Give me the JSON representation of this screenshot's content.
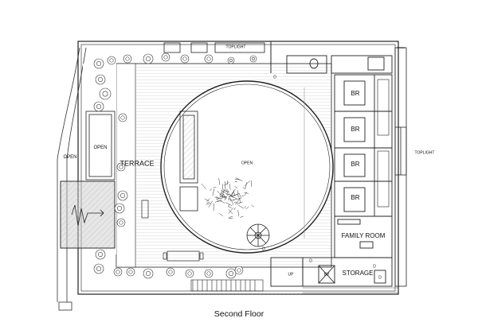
{
  "plan": {
    "caption": "Second Floor",
    "rooms": {
      "toplight_top": "TOPLIGHT",
      "toplight_right": "TOPLIGHT",
      "open_far_left": "OPEN",
      "open_left": "OPEN",
      "terrace": "TERRACE",
      "open_center": "OPEN",
      "br_1": "BR",
      "br_2": "BR",
      "br_3": "BR",
      "br_4": "BR",
      "family_room": "FAMILY ROOM",
      "storage": "STORAGE",
      "ev": "EV"
    },
    "marks": {
      "d_stair": "D",
      "d_family": "D",
      "d_terrace": "D",
      "d_storage_1": "D",
      "d_storage_2": "D",
      "up": "UP"
    }
  },
  "colors": {
    "line": "#222222",
    "light_line": "#9a9a9a",
    "hatch_fill": "#d8d8d8",
    "tree": "#333333"
  }
}
